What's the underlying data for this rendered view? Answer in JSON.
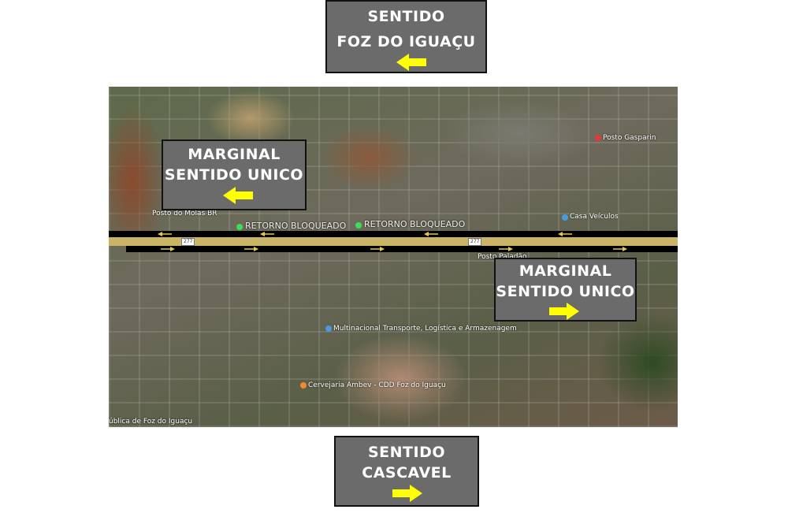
{
  "top_box": {
    "line1": "SENTIDO",
    "line2": "FOZ DO IGUAÇU",
    "arrow": "arrow-left"
  },
  "bottom_box": {
    "line1": "SENTIDO",
    "line2": "CASCAVEL",
    "arrow": "arrow-right"
  },
  "left_box": {
    "line1": "MARGINAL",
    "line2": "SENTIDO UNICO",
    "arrow": "arrow-left"
  },
  "right_box": {
    "line1": "MARGINAL",
    "line2": "SENTIDO UNICO",
    "arrow": "arrow-right"
  },
  "colors": {
    "box": "#6b6b6b",
    "arrow": "#ffff00",
    "road": "#000000"
  },
  "map": {
    "retorno1": "RETORNO BLOQUEADO",
    "retorno2": "RETORNO BLOQUEADO",
    "highway": "277",
    "posto_gasparin": "Posto Gasparin",
    "posto_molas": "Posto do Molas BR",
    "casa_veiculos": "Casa Veículos",
    "posto_paladao": "Posto Paladão",
    "multinacional": "Multinacional Transporte, Logística e Armazenagem",
    "ambev": "Cervejaria Ambev - CDD Foz do Iguaçu",
    "publica": "ública de Foz do Iguaçu"
  }
}
